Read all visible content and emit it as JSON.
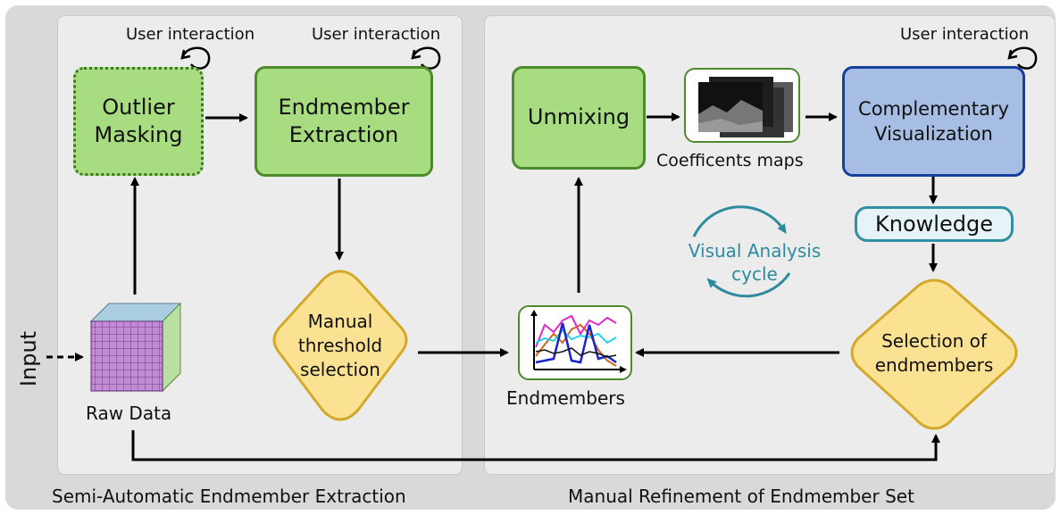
{
  "panels": {
    "left_caption": "Semi-Automatic Endmember Extraction",
    "right_caption": "Manual Refinement of Endmember Set"
  },
  "input_label": "Input",
  "user_interaction": [
    "User interaction",
    "User interaction",
    "User interaction"
  ],
  "nodes": {
    "outlier_masking": "Outlier\nMasking",
    "endmember_extraction": "Endmember\nExtraction",
    "manual_threshold": "Manual\nthreshold\nselection",
    "raw_data": "Raw Data",
    "unmixing": "Unmixing",
    "coefficient_maps": "Coefficents maps",
    "complementary_visualization": "Complementary\nVisualization",
    "knowledge": "Knowledge",
    "selection_endmembers": "Selection of\nendmembers",
    "endmembers": "Endmembers"
  },
  "cycle_label": "Visual Analysis\ncycle",
  "colors": {
    "green_fill": "#a8dc80",
    "green_border": "#4d8a2c",
    "blue_fill": "#a6bee4",
    "blue_border": "#173f9c",
    "yellow_fill": "#fbe293",
    "yellow_border": "#d4a92a",
    "teal": "#2e8b9e",
    "panel_bg": "#ececec",
    "outer_bg": "#d9d9d9"
  },
  "icons": [
    "loop-arrow-icon",
    "data-cube-icon",
    "spectral-plot-icon",
    "image-stack-icon",
    "cycle-arrows-icon"
  ]
}
